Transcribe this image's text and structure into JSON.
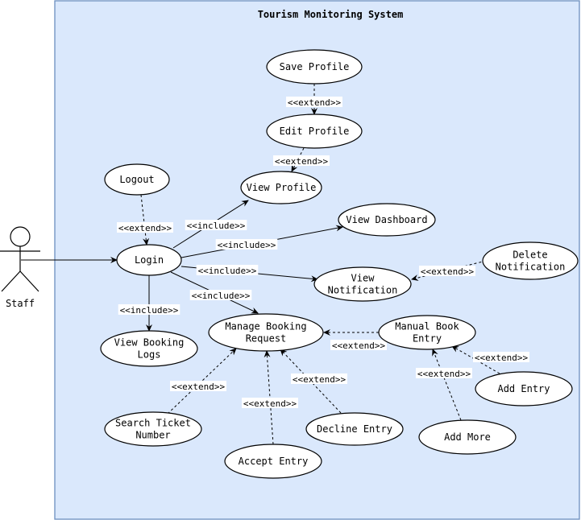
{
  "system": {
    "title": "Tourism Monitoring System",
    "fill_color": "#dae8fc",
    "border_color": "#6c8ebf"
  },
  "actor": {
    "label": "Staff"
  },
  "use_cases": [
    {
      "id": "save_profile",
      "lines": [
        "Save Profile"
      ]
    },
    {
      "id": "edit_profile",
      "lines": [
        "Edit Profile"
      ]
    },
    {
      "id": "logout",
      "lines": [
        "Logout"
      ]
    },
    {
      "id": "view_profile",
      "lines": [
        "View Profile"
      ]
    },
    {
      "id": "view_dashboard",
      "lines": [
        "View Dashboard"
      ]
    },
    {
      "id": "login",
      "lines": [
        "Login"
      ]
    },
    {
      "id": "delete_notification",
      "lines": [
        "Delete",
        "Notification"
      ]
    },
    {
      "id": "view_notification",
      "lines": [
        "View",
        "Notification"
      ]
    },
    {
      "id": "manage_booking_request",
      "lines": [
        "Manage Booking",
        "Request"
      ]
    },
    {
      "id": "manual_book_entry",
      "lines": [
        "Manual Book",
        "Entry"
      ]
    },
    {
      "id": "view_booking_logs",
      "lines": [
        "View Booking",
        "Logs"
      ]
    },
    {
      "id": "add_entry",
      "lines": [
        "Add Entry"
      ]
    },
    {
      "id": "search_ticket_number",
      "lines": [
        "Search Ticket",
        "Number"
      ]
    },
    {
      "id": "decline_entry",
      "lines": [
        "Decline Entry"
      ]
    },
    {
      "id": "add_more",
      "lines": [
        "Add More"
      ]
    },
    {
      "id": "accept_entry",
      "lines": [
        "Accept Entry"
      ]
    }
  ],
  "relationships": [
    {
      "id": "actor_login",
      "from": "actor",
      "to": "login",
      "type": "association",
      "label": ""
    },
    {
      "id": "save_edit",
      "from": "save_profile",
      "to": "edit_profile",
      "type": "extend",
      "label": "<<extend>>"
    },
    {
      "id": "edit_view",
      "from": "edit_profile",
      "to": "view_profile",
      "type": "extend",
      "label": "<<extend>>"
    },
    {
      "id": "logout_login",
      "from": "logout",
      "to": "login",
      "type": "extend",
      "label": "<<extend>>"
    },
    {
      "id": "login_viewprofile",
      "from": "login",
      "to": "view_profile",
      "type": "include",
      "label": "<<include>>"
    },
    {
      "id": "login_dashboard",
      "from": "login",
      "to": "view_dashboard",
      "type": "include",
      "label": "<<include>>"
    },
    {
      "id": "login_notification",
      "from": "login",
      "to": "view_notification",
      "type": "include",
      "label": "<<include>>"
    },
    {
      "id": "login_manage",
      "from": "login",
      "to": "manage_booking_request",
      "type": "include",
      "label": "<<include>>"
    },
    {
      "id": "login_logs",
      "from": "login",
      "to": "view_booking_logs",
      "type": "include",
      "label": "<<include>>"
    },
    {
      "id": "delete_notification_ext",
      "from": "delete_notification",
      "to": "view_notification",
      "type": "extend",
      "label": "<<extend>>"
    },
    {
      "id": "manual_manage",
      "from": "manual_book_entry",
      "to": "manage_booking_request",
      "type": "extend",
      "label": "<<extend>>"
    },
    {
      "id": "addentry_manual",
      "from": "add_entry",
      "to": "manual_book_entry",
      "type": "extend",
      "label": "<<extend>>"
    },
    {
      "id": "addmore_manual",
      "from": "add_more",
      "to": "manual_book_entry",
      "type": "extend",
      "label": "<<extend>>"
    },
    {
      "id": "search_manage",
      "from": "search_ticket_number",
      "to": "manage_booking_request",
      "type": "extend",
      "label": "<<extend>>"
    },
    {
      "id": "accept_manage",
      "from": "accept_entry",
      "to": "manage_booking_request",
      "type": "extend",
      "label": "<<extend>>"
    },
    {
      "id": "decline_manage",
      "from": "decline_entry",
      "to": "manage_booking_request",
      "type": "extend",
      "label": "<<extend>>"
    }
  ]
}
